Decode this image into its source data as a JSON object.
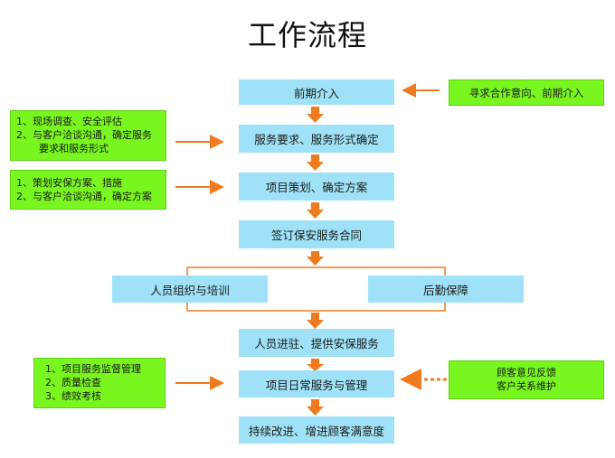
{
  "title": "工作流程",
  "steps": [
    "前期介入",
    "服务要求、服务形式确定",
    "项目策划、确定方案",
    "签订保安服务合同",
    "人员进驻、提供安保服务",
    "项目日常服务与管理",
    "持续改进、增进顾客满意度"
  ],
  "branches": {
    "left": "人员组织与培训",
    "right": "后勤保障"
  },
  "right_notes": {
    "top": "寻求合作意向、前期介入",
    "bottom": [
      "顾客意见反馈",
      "客户关系维护"
    ]
  },
  "left_notes": {
    "n1": [
      "1、现场调查、安全评估",
      "2、与客户洽谈沟通，确定服务",
      "要求和服务形式"
    ],
    "n2": [
      "1、策划安保方案、措施",
      "2、与客户洽谈沟通，确定方案"
    ],
    "n3": [
      "1、项目服务监督管理",
      "2、质量检查",
      "3、绩效考核"
    ]
  },
  "colors": {
    "box_blue": "#9fe2f7",
    "box_green": "#79f51f",
    "arrow_orange": "#f07a1e"
  }
}
